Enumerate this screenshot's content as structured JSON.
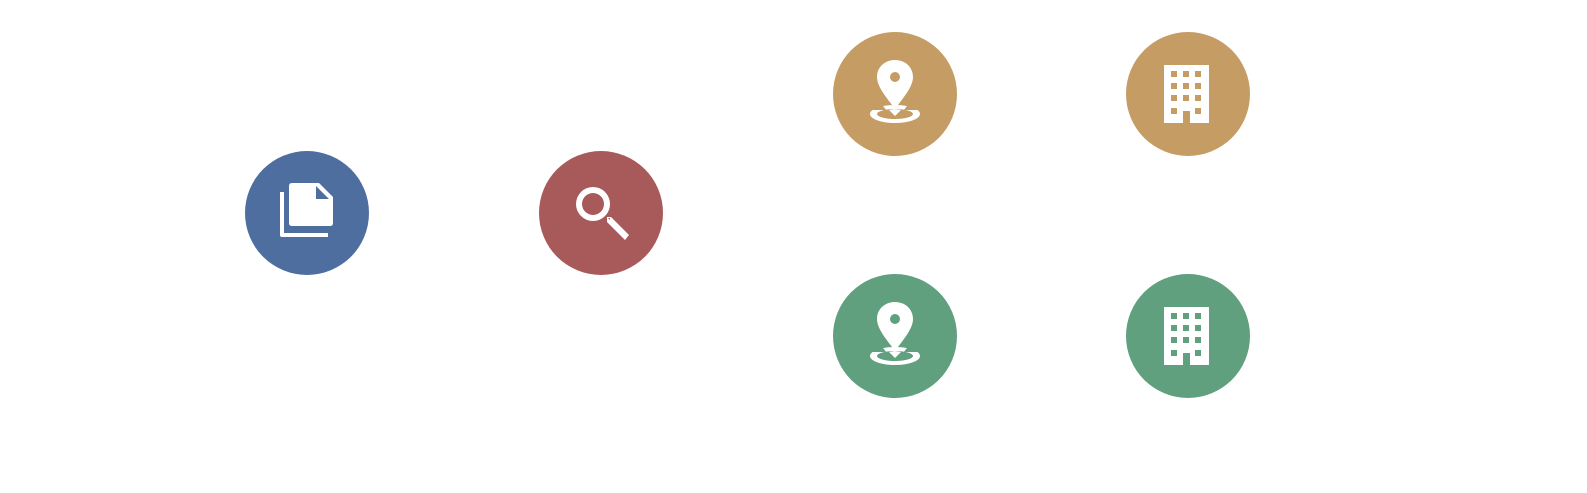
{
  "colors": {
    "documents": "#4f6ea0",
    "search": "#a85a5a",
    "location_a": "#c49c64",
    "building_a": "#c49c64",
    "location_b": "#60a07e",
    "building_b": "#60a07e",
    "icon_fill": "#ffffff",
    "background": "#ffffff"
  },
  "nodes": [
    {
      "id": "documents",
      "icon": "documents-icon",
      "color_key": "documents"
    },
    {
      "id": "search",
      "icon": "search-icon",
      "color_key": "search"
    },
    {
      "id": "location_a",
      "icon": "location-pin-icon",
      "color_key": "location_a"
    },
    {
      "id": "building_a",
      "icon": "building-icon",
      "color_key": "building_a"
    },
    {
      "id": "location_b",
      "icon": "location-pin-icon",
      "color_key": "location_b"
    },
    {
      "id": "building_b",
      "icon": "building-icon",
      "color_key": "building_b"
    }
  ]
}
